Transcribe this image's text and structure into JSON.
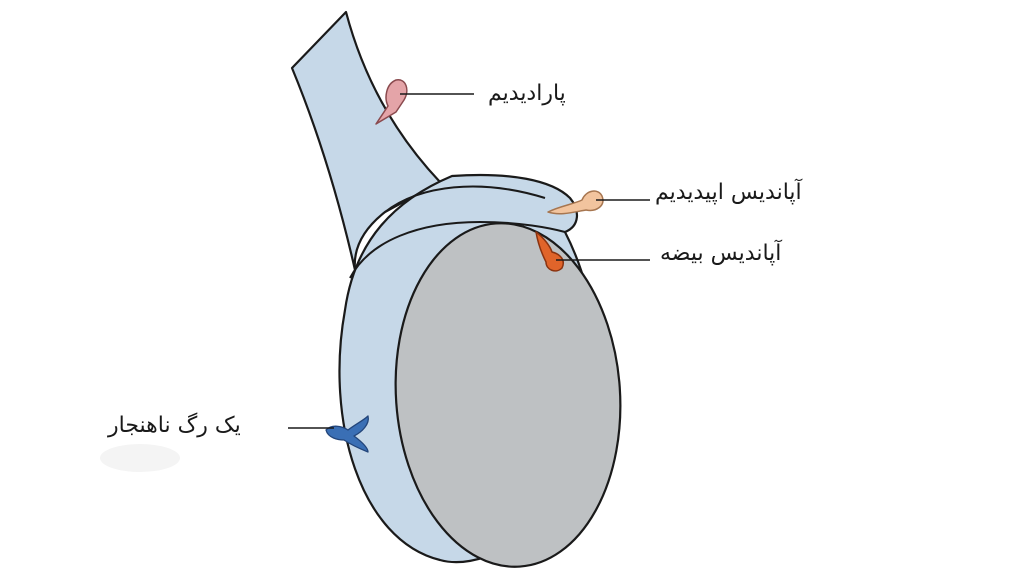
{
  "labels": {
    "paradidymis": "پارادیدیم",
    "appendix_epididymis": "آپاندیس اپیدیدیم",
    "appendix_testis": "آپاندیس بیضه",
    "aberrant_duct": "یک رگ ناهنجار"
  },
  "colors": {
    "tunica": "#c6d8e8",
    "testis": "#bec1c3",
    "outline": "#1a1a1a",
    "paradidymis": "#e4a4a8",
    "appendix_epididymis": "#f2c49e",
    "appendix_testis": "#e0642a",
    "aberrant_duct": "#3a6fb5"
  }
}
